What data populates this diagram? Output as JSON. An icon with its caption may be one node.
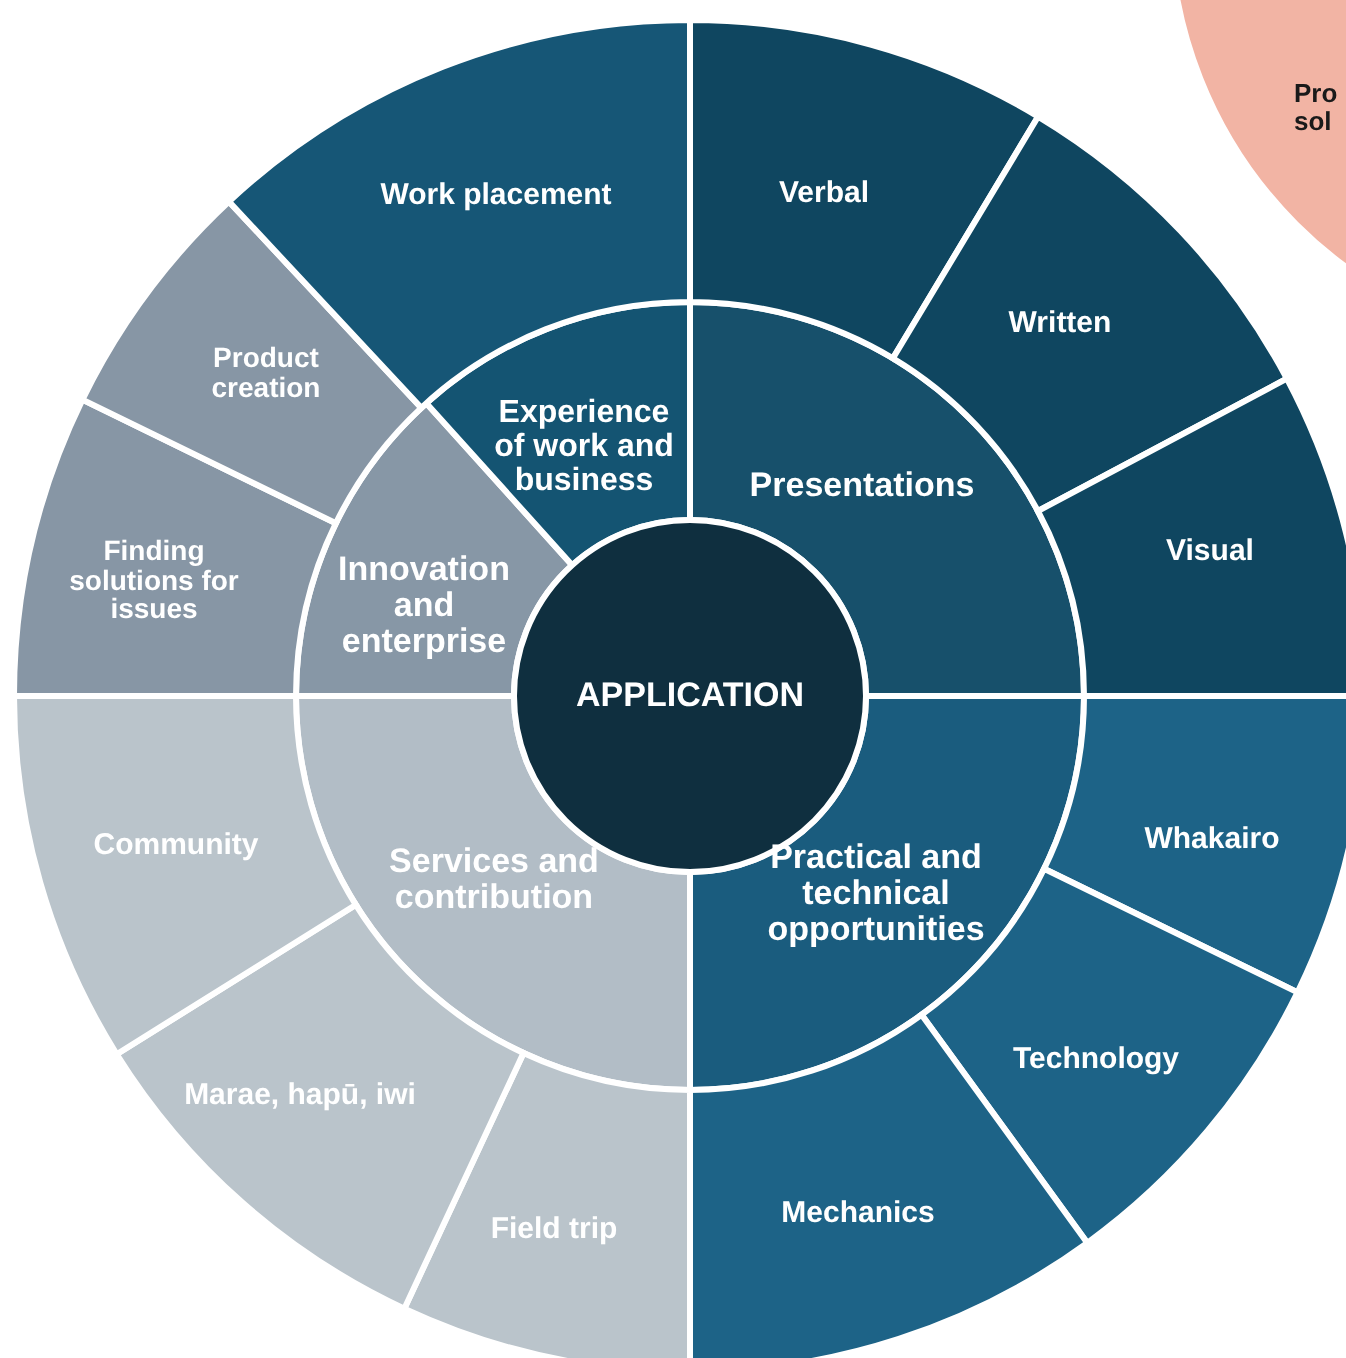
{
  "diagram": {
    "nodes": [
      {
        "text": [
          "APPLICATION"
        ]
      },
      {
        "text": [
          "Presentations"
        ]
      },
      {
        "text": [
          "Practical and technical opportunities"
        ]
      },
      {
        "text": [
          "Services and contribution"
        ]
      },
      {
        "text": [
          "Innovation and enterprise"
        ]
      },
      {
        "text": [
          "Experience of work and business"
        ]
      },
      {
        "text": [
          "Verbal"
        ]
      },
      {
        "text": [
          "Written"
        ]
      },
      {
        "text": [
          "Visual"
        ]
      },
      {
        "text": [
          "Whakairo"
        ]
      },
      {
        "text": [
          "Technology"
        ]
      },
      {
        "text": [
          "Mechanics"
        ]
      },
      {
        "text": [
          "Field trip"
        ]
      },
      {
        "text": [
          "Marae, hapū, iwi"
        ]
      },
      {
        "text": [
          "Community"
        ]
      },
      {
        "text": [
          "Finding solutions for issues"
        ]
      },
      {
        "text": [
          "Product creation"
        ]
      },
      {
        "text": [
          "Work placement"
        ]
      },
      {
        "text": [
          "Pro sol"
        ]
      }
    ]
  }
}
